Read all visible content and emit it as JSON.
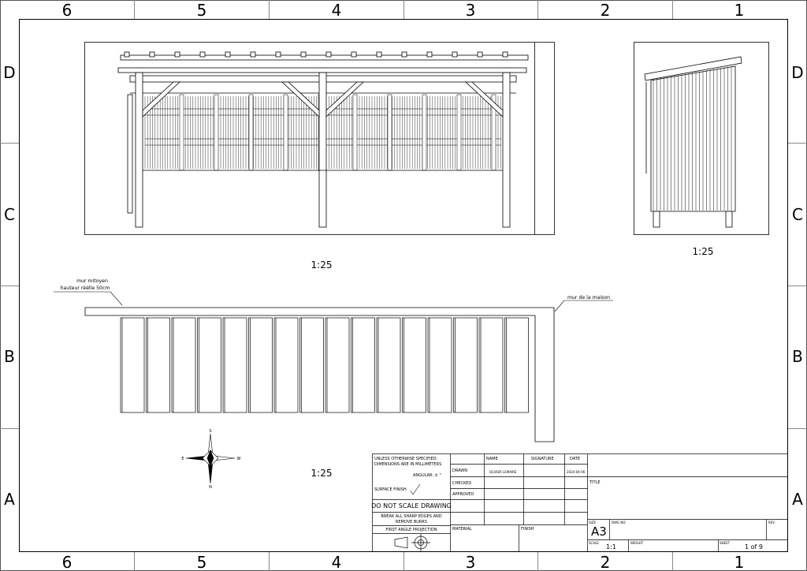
{
  "border": {
    "columns": [
      "6",
      "5",
      "4",
      "3",
      "2",
      "1"
    ],
    "rows": [
      "D",
      "C",
      "B",
      "A"
    ]
  },
  "views": {
    "front_scale": "1:25",
    "side_scale": "1:25",
    "plan_scale": "1:25"
  },
  "plan_annotations": {
    "party_wall_line1": "mur mitoyen",
    "party_wall_line2": "hauteur réélle 50cm",
    "house_wall": "mur de la maison"
  },
  "compass": {
    "n": "N",
    "s": "S",
    "e": "E",
    "w": "W"
  },
  "title_block": {
    "general_tolerance_line1": "UNLESS OTHERWISE SPECIFIED:",
    "general_tolerance_line2": "DIMENSIONS ARE IN MILLIMETERS",
    "angular": "ANGULAR: ± °",
    "surface_finish": "SURFACE FINISH",
    "do_not_scale": "DO NOT SCALE DRAWING",
    "break_edges_line1": "BREAK ALL SHARP EDGES AND",
    "break_edges_line2": "REMOVE BURRS",
    "projection": "FIRST ANGLE PROJECTION",
    "col_name": "NAME",
    "col_signature": "SIGNATURE",
    "col_date": "DATE",
    "drawn_label": "DRAWN",
    "drawn_name": "OLIVIER LEMAIRE",
    "drawn_date": "2024-04-06",
    "checked_label": "CHECKED",
    "approved_label": "APPROVED",
    "material_label": "MATERIAL",
    "finish_label": "FINISH",
    "title_label": "TITLE",
    "size_label": "SIZE",
    "size_value": "A3",
    "dwg_no_label": "DWG NO.",
    "rev_label": "REV.",
    "scale_label": "SCALE",
    "scale_value": "1:1",
    "weight_label": "WEIGHT",
    "sheet_label": "SHEET",
    "sheet_value": "1 of 9"
  }
}
